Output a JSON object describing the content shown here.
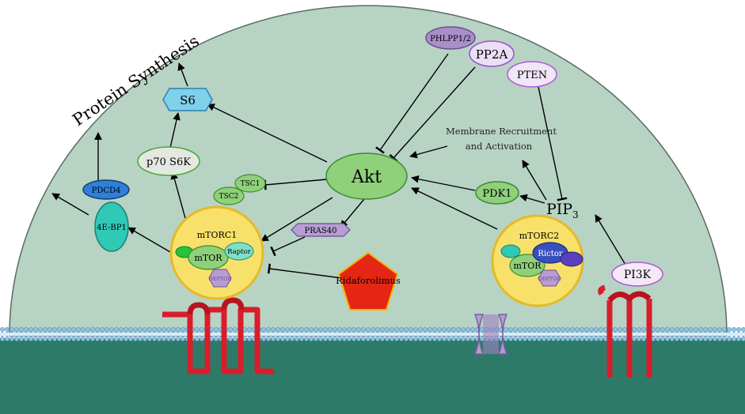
{
  "title": "Protein Synthesis",
  "nodes": {
    "akt": "Akt",
    "s6": "S6",
    "p70s6k": "p70 S6K",
    "pdcd4": "PDCD4",
    "eb41": "4E-BP1",
    "tsc1": "TSC1",
    "tsc2": "TSC2",
    "pras40": "PRAS40",
    "phlpp": "PHLPP1/2",
    "pp2a": "PP2A",
    "pten": "PTEN",
    "pdk1": "PDK1",
    "pip3_base": "PIP",
    "pip3_sub": "3",
    "pi3k": "PI3K",
    "ridaforolimus": "Ridaforolimus"
  },
  "mtorc1": {
    "label": "mTORC1",
    "mtor": "mTOR",
    "raptor": "Raptor",
    "deptor": "DEPTOR"
  },
  "mtorc2": {
    "label": "mTORC2",
    "mtor": "mTOR",
    "rictor": "Rictor",
    "deptor": "DEPTOR"
  },
  "annotation": {
    "line1": "Membrane Recruitment",
    "line2": "and Activation"
  },
  "colors": {
    "cytoplasm": "#b7d3c4",
    "extracellular": "#2e7a68",
    "membrane_bead": "#8fc4e6",
    "receptor": "#e0222f",
    "akt_fill": "#8fd07a",
    "complex_fill": "#f7e16a",
    "s6_fill": "#7fd1ea",
    "pdcd4_fill": "#2f7fd8",
    "eb41_fill": "#2fc9b6",
    "phlpp_fill": "#a98fc9",
    "pentagon_fill": "#e52614"
  }
}
